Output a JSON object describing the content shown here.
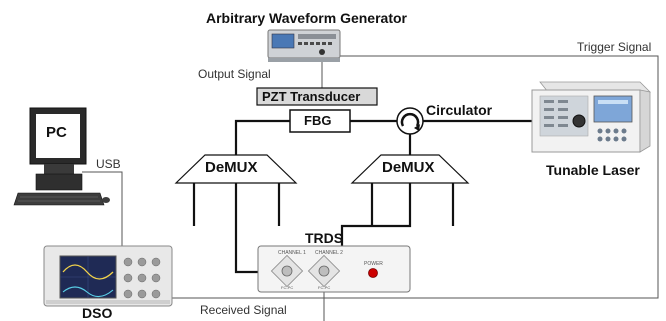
{
  "labels": {
    "awg_title": "Arbitrary Waveform Generator",
    "output_signal": "Output Signal",
    "trigger_signal": "Trigger Signal",
    "pzt": "PZT Transducer",
    "fbg": "FBG",
    "circulator": "Circulator",
    "tunable_laser": "Tunable Laser",
    "pc": "PC",
    "usb": "USB",
    "demux_left": "DeMUX",
    "demux_right": "DeMUX",
    "trds": "TRDS",
    "channel1": "CHANNEL 1",
    "channel2": "CHANNEL 2",
    "power": "POWER",
    "fcpc1": "FC-PC",
    "fcpc2": "FC-PC",
    "dso": "DSO",
    "received_signal": "Received Signal"
  },
  "colors": {
    "fiber": "#111111",
    "signal_wire": "#555555",
    "power_led": "#cc0000",
    "pzt_fill": "#d9d9d9",
    "scope_screen": "#1f2a55",
    "monitor_screen": "#2a2a2a"
  },
  "icons": [
    "circulator-icon",
    "pc-icon",
    "dso-icon",
    "awg-icon",
    "tunable-laser-icon"
  ]
}
